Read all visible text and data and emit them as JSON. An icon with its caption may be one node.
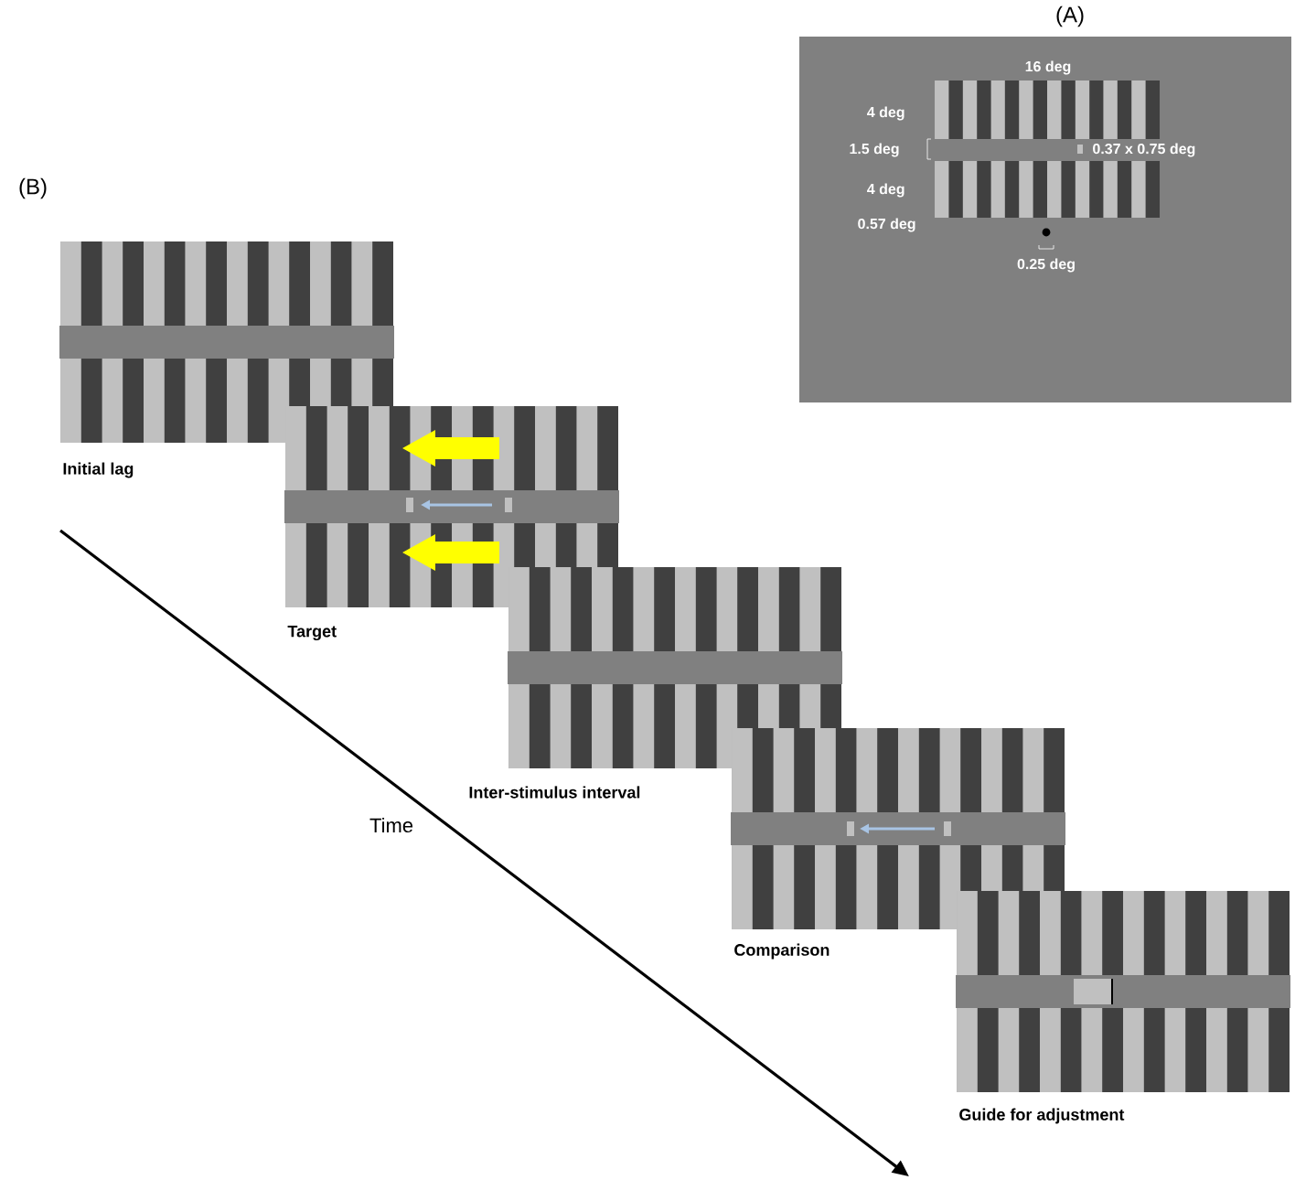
{
  "diagram": {
    "nodes": [
      {
        "text": [
          "Initial lag"
        ]
      },
      {
        "text": [
          "Target"
        ]
      },
      {
        "text": [
          "Inter-stimulus interval"
        ]
      },
      {
        "text": [
          "Comparison"
        ]
      },
      {
        "text": [
          "Guide for adjustment"
        ]
      }
    ],
    "labels": [
      "(A)",
      "16 deg",
      "4 deg",
      "1.5 deg",
      "0.37 x 0.75 deg",
      "4 deg",
      "0.57 deg",
      "0.25 deg",
      "(B)",
      "Time"
    ]
  }
}
